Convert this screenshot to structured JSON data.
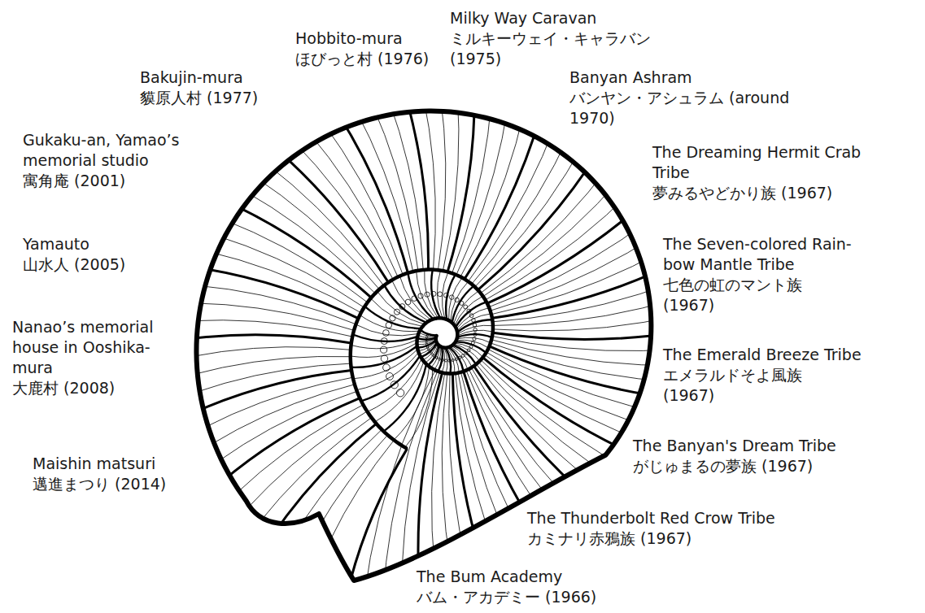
{
  "diagram": {
    "labels": [
      "Milky Way Caravan",
      "ミルキーウェイ・キャラバン (1975)",
      "Hobbito-mura",
      "ほびっと村 (1976)",
      "Bakujin-mura",
      "貘原人村 (1977)",
      "Gukaku-an, Yamao’s memorial studio",
      "寓角庵 (2001)",
      "Yamauto",
      "山水人 (2005)",
      "Nanao’s memorial house in Ooshika-mura",
      "大鹿村 (2008)",
      "Maishin matsuri",
      "邁進まつり (2014)",
      "The Bum Academy",
      "バム・アカデミー (1966)",
      "The Thunderbolt Red Crow Tribe",
      "カミナリ赤鴉族 (1967)",
      "The Banyan's Dream Tribe",
      "がじゅまるの夢族 (1967)",
      "The Emerald Breeze Tribe",
      "エメラルドそよ風族 (1967)",
      "The Seven-colored Rain- bow Mantle Tribe",
      "七色の虹のマント族 (1967)",
      "The Dreaming Hermit Crab Tribe",
      "夢みるやどかり族 (1967)",
      "Banyan Ashram",
      "バンヤン・アシュラム (around 1970)"
    ]
  }
}
